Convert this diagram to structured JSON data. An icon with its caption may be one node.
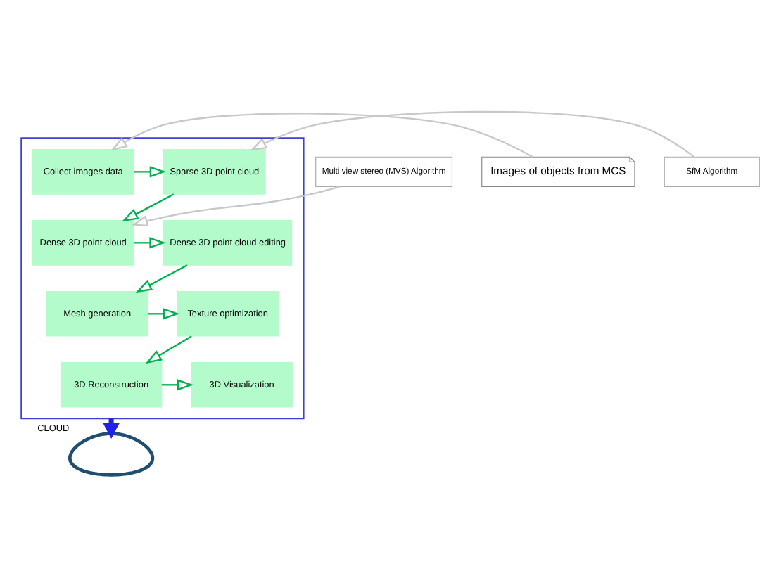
{
  "diagram": {
    "nodes": [
      {
        "text": [],
        "shape": "box"
      },
      {
        "text": [
          "Images of objects from MCS"
        ]
      },
      {
        "text": [
          "Collect images data"
        ],
        "in": 0
      },
      {
        "text": [
          "Sparse 3D point cloud"
        ],
        "in": 0
      },
      {
        "text": [
          "SfM Algorithm"
        ]
      },
      {
        "text": [
          "Dense 3D point cloud editing"
        ],
        "in": 0
      },
      {
        "text": [
          "Dense 3D point cloud"
        ],
        "in": 0
      },
      {
        "text": [
          "Multi view stereo (MVS) Algorithm"
        ]
      },
      {
        "text": [
          "Mesh generation"
        ],
        "in": 0
      },
      {
        "text": [
          "Texture optimization"
        ],
        "in": 0
      },
      {
        "text": [
          "3D Visualization"
        ],
        "in": 0
      },
      {
        "text": [
          "3D Reconstruction"
        ],
        "in": 0
      },
      {
        "text": [],
        "shape": "cloud",
        "beside": [
          "CLOUD"
        ]
      }
    ],
    "edges": [
      {
        "from": 1,
        "to": 2,
        "arrow": "to",
        "color": "#c8c8c8"
      },
      {
        "from": 2,
        "to": 3,
        "arrow": "to"
      },
      {
        "from": 4,
        "to": 3,
        "arrow": "to",
        "color": "#c8c8c8"
      },
      {
        "from": 3,
        "to": 6,
        "arrow": "to"
      },
      {
        "from": 7,
        "to": 6,
        "arrow": "to",
        "color": "#c8c8c8"
      },
      {
        "from": 6,
        "to": 5,
        "arrow": "to"
      },
      {
        "from": 5,
        "to": 8,
        "arrow": "to"
      },
      {
        "from": 8,
        "to": 9,
        "arrow": "to"
      },
      {
        "from": 9,
        "to": 11,
        "arrow": "to"
      },
      {
        "from": 11,
        "to": 10,
        "arrow": "to"
      },
      {
        "from": 0,
        "to": 12,
        "arrow": "to",
        "style": "thick",
        "color": "#2020e8"
      }
    ]
  }
}
